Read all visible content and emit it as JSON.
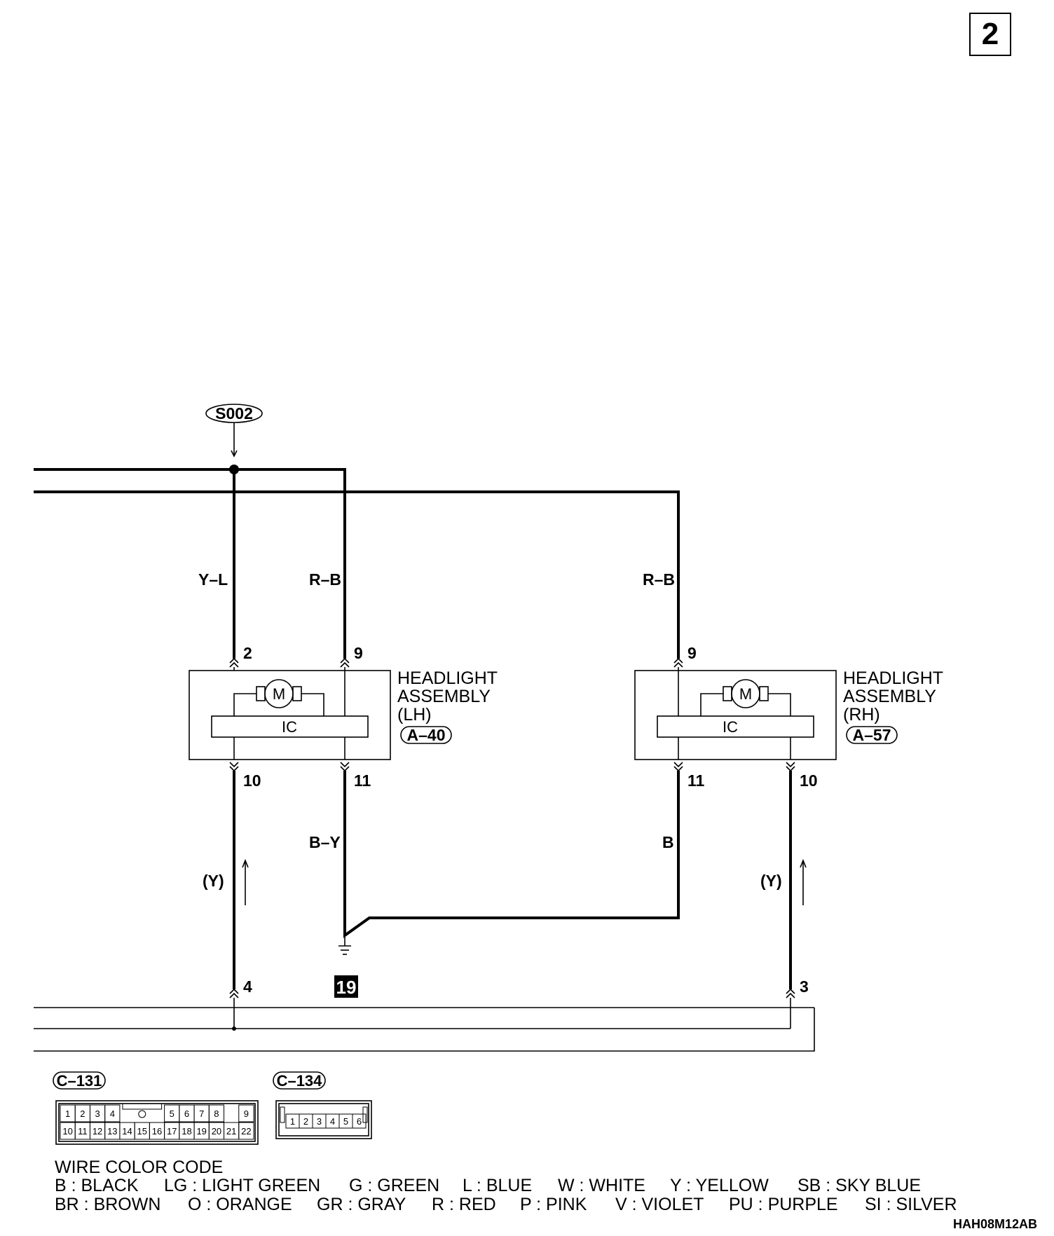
{
  "page_number": "2",
  "figure_code": "HAH08M12AB",
  "splice": "S002",
  "wires": {
    "lh_pin2": "Y–L",
    "lh_pin9": "R–B",
    "rh_pin9": "R–B",
    "lh_pin10": "(Y)",
    "lh_pin11": "B–Y",
    "rh_pin11": "B",
    "rh_pin10": "(Y)"
  },
  "lh_assembly": {
    "name_line1": "HEADLIGHT",
    "name_line2": "ASSEMBLY",
    "name_line3": "(LH)",
    "connector": "A–40",
    "ic_label": "IC",
    "motor_label": "M",
    "pin_top_left": "2",
    "pin_top_right": "9",
    "pin_bottom_left": "10",
    "pin_bottom_right": "11"
  },
  "rh_assembly": {
    "name_line1": "HEADLIGHT",
    "name_line2": "ASSEMBLY",
    "name_line3": "(RH)",
    "connector": "A–57",
    "ic_label": "IC",
    "motor_label": "M",
    "pin_top_left": "9",
    "pin_bottom_left": "11",
    "pin_bottom_right": "10"
  },
  "ground": "19",
  "harness_pins": {
    "left": "4",
    "right": "3"
  },
  "connectors": {
    "c131": {
      "label": "C–131",
      "top_pins": [
        "1",
        "2",
        "3",
        "4",
        "5",
        "6",
        "7",
        "8",
        "9"
      ],
      "bottom_pins": [
        "10",
        "11",
        "12",
        "13",
        "14",
        "15",
        "16",
        "17",
        "18",
        "19",
        "20",
        "21",
        "22"
      ]
    },
    "c134": {
      "label": "C–134",
      "pins": [
        "1",
        "2",
        "3",
        "4",
        "5",
        "6"
      ]
    }
  },
  "legend": {
    "title": "WIRE COLOR CODE",
    "row1": [
      "B : BLACK",
      "LG : LIGHT GREEN",
      "G : GREEN",
      "L : BLUE",
      "W : WHITE",
      "Y : YELLOW",
      "SB : SKY BLUE"
    ],
    "row2": [
      "BR : BROWN",
      "O : ORANGE",
      "GR : GRAY",
      "R : RED",
      "P : PINK",
      "V : VIOLET",
      "PU : PURPLE",
      "SI : SILVER"
    ]
  }
}
